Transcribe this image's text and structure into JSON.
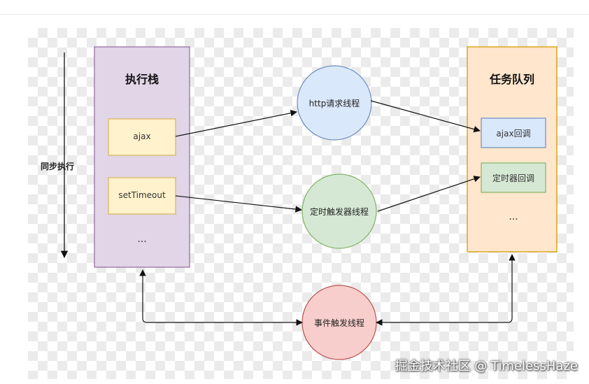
{
  "diagram": {
    "sync_label": "同步执行",
    "execution_stack": {
      "title": "执行栈",
      "items": [
        "ajax",
        "setTimeout"
      ],
      "ellipsis": "..."
    },
    "task_queue": {
      "title": "任务队列",
      "items": [
        "ajax回调",
        "定时器回调"
      ],
      "ellipsis": "..."
    },
    "threads": {
      "http": "http请求线程",
      "timer": "定时触发器线程",
      "event": "事件触发线程"
    },
    "colors": {
      "stack_fill": "#e1d5e7",
      "stack_stroke": "#9673a6",
      "queue_fill": "#ffe6cc",
      "queue_stroke": "#d79b00",
      "item_fill": "#fff2cc",
      "item_stroke": "#d6b656",
      "ajax_cb_fill": "#dae8fc",
      "ajax_cb_stroke": "#6c8ebf",
      "timer_cb_fill": "#d5e8d4",
      "timer_cb_stroke": "#82b366",
      "http_fill": "#dae8fc",
      "timer_fill": "#d5e8d4",
      "event_fill": "#f8cecc"
    }
  },
  "watermark": "掘金技术社区 @ TimelessHaze"
}
